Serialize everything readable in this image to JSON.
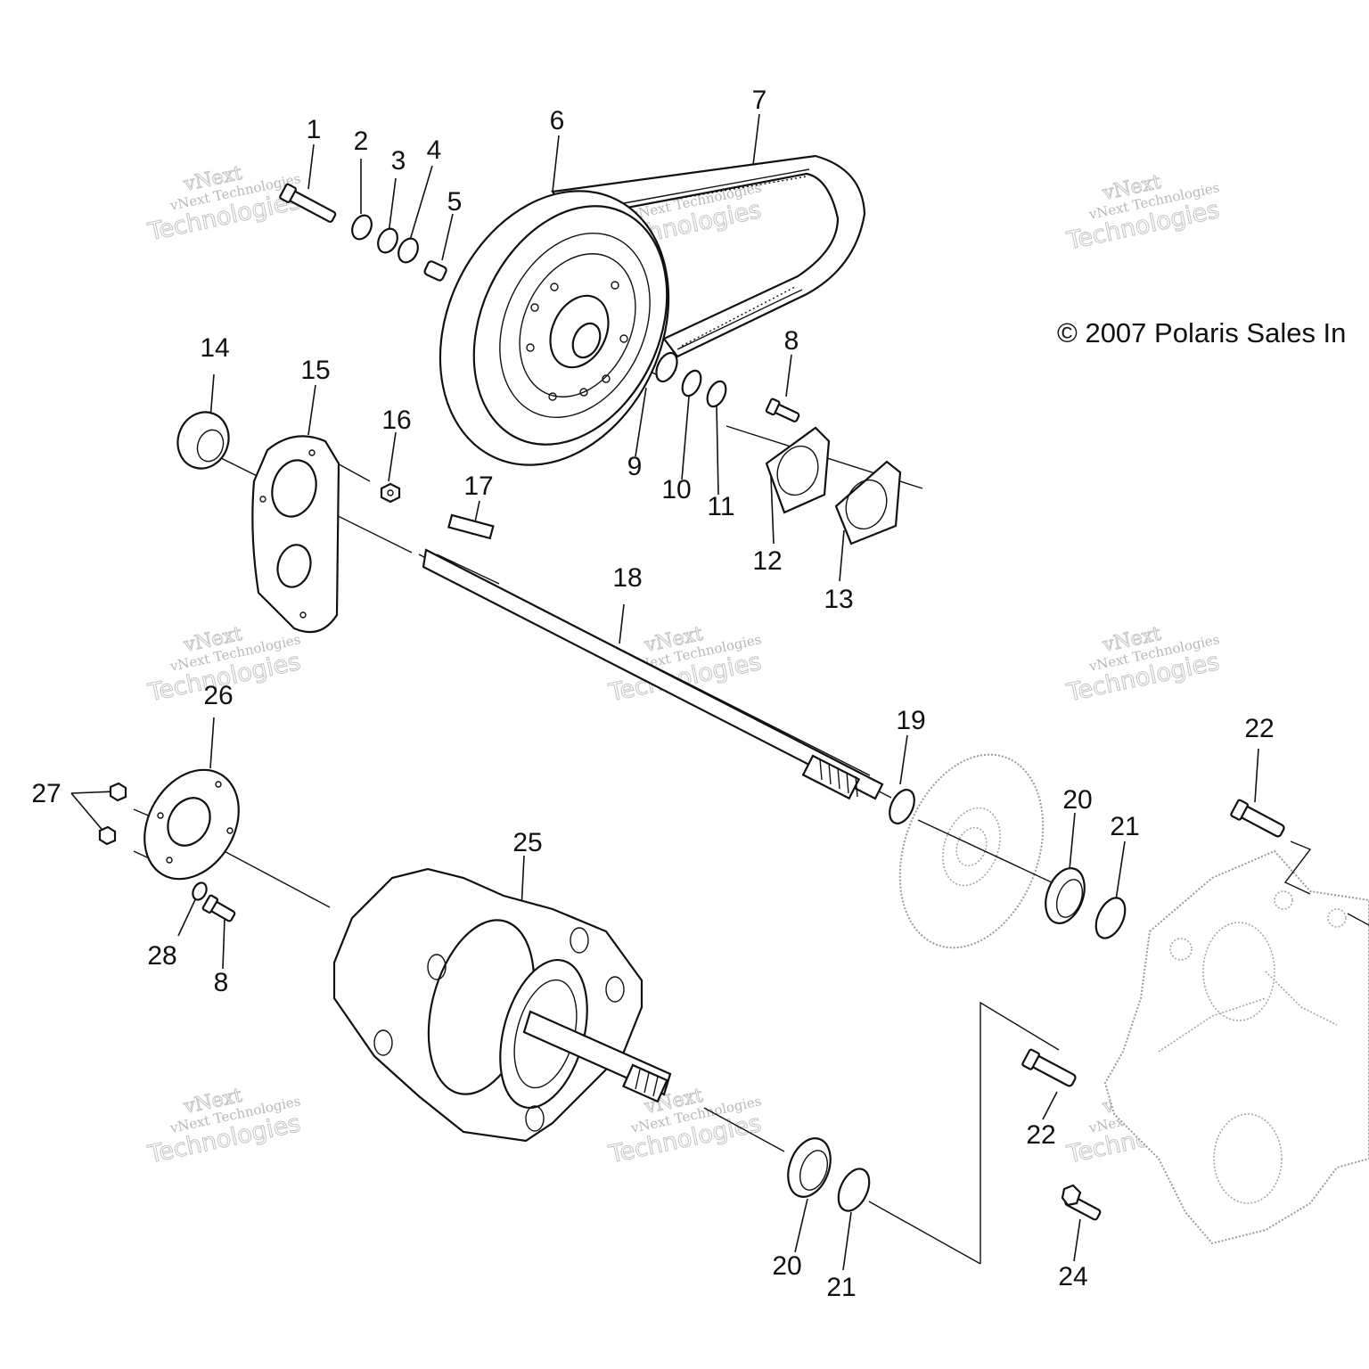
{
  "copyright": "© 2007 Polaris Sales In",
  "watermark": {
    "line1": "vNext Technologies",
    "line2": "Technologies",
    "line3": "vNext"
  },
  "labels": {
    "p1": "1",
    "p2": "2",
    "p3": "3",
    "p4": "4",
    "p5": "5",
    "p6": "6",
    "p7": "7",
    "p8a": "8",
    "p8b": "8",
    "p9": "9",
    "p10": "10",
    "p11": "11",
    "p12": "12",
    "p13": "13",
    "p14": "14",
    "p15": "15",
    "p16": "16",
    "p17": "17",
    "p18": "18",
    "p19": "19",
    "p20a": "20",
    "p20b": "20",
    "p21a": "21",
    "p21b": "21",
    "p22a": "22",
    "p22b": "22",
    "p24": "24",
    "p25": "25",
    "p26": "26",
    "p27": "27",
    "p28": "28"
  }
}
